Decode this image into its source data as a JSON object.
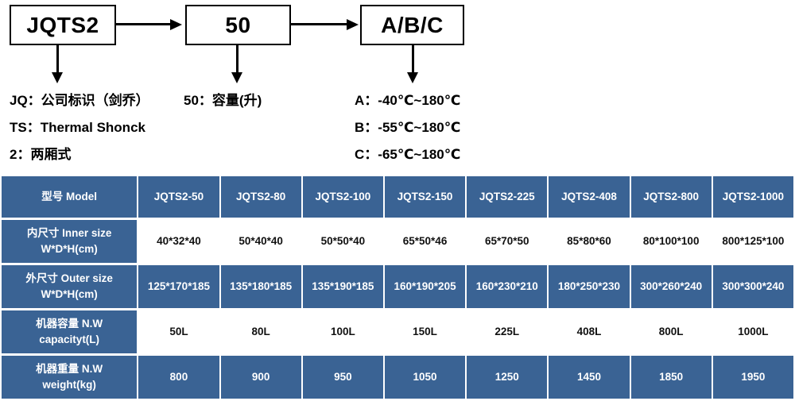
{
  "diagram": {
    "boxes": {
      "model": "JQTS2",
      "capacity": "50",
      "temp": "A/B/C"
    },
    "legend_left": [
      "JQ：公司标识（剑乔）",
      "TS：Thermal Shonck",
      "2：两厢式"
    ],
    "legend_mid": [
      "50：容量(升)"
    ],
    "legend_right": [
      "A：-40℃~180℃",
      "B：-55℃~180℃",
      "C：-65℃~180℃"
    ]
  },
  "table": {
    "header": {
      "label": "型号 Model",
      "models": [
        "JQTS2-50",
        "JQTS2-80",
        "JQTS2-100",
        "JQTS2-150",
        "JQTS2-225",
        "JQTS2-408",
        "JQTS2-800",
        "JQTS2-1000"
      ]
    },
    "rows": [
      {
        "label_line1": "内尺寸 Inner size",
        "label_line2": "W*D*H(cm)",
        "style": "white",
        "values": [
          "40*32*40",
          "50*40*40",
          "50*50*40",
          "65*50*46",
          "65*70*50",
          "85*80*60",
          "80*100*100",
          "800*125*100"
        ]
      },
      {
        "label_line1": "外尺寸 Outer size",
        "label_line2": "W*D*H(cm)",
        "style": "blue",
        "values": [
          "125*170*185",
          "135*180*185",
          "135*190*185",
          "160*190*205",
          "160*230*210",
          "180*250*230",
          "300*260*240",
          "300*300*240"
        ]
      },
      {
        "label_line1": "机器容量 N.W",
        "label_line2": "capacityt(L)",
        "style": "white",
        "values": [
          "50L",
          "80L",
          "100L",
          "150L",
          "225L",
          "408L",
          "800L",
          "1000L"
        ]
      },
      {
        "label_line1": "机器重量 N.W",
        "label_line2": "weight(kg)",
        "style": "blue",
        "values": [
          "800",
          "900",
          "950",
          "1050",
          "1250",
          "1450",
          "1850",
          "1950"
        ]
      }
    ]
  },
  "colors": {
    "table_blue": "#3a6394",
    "table_white": "#ffffff",
    "line_black": "#000000"
  }
}
